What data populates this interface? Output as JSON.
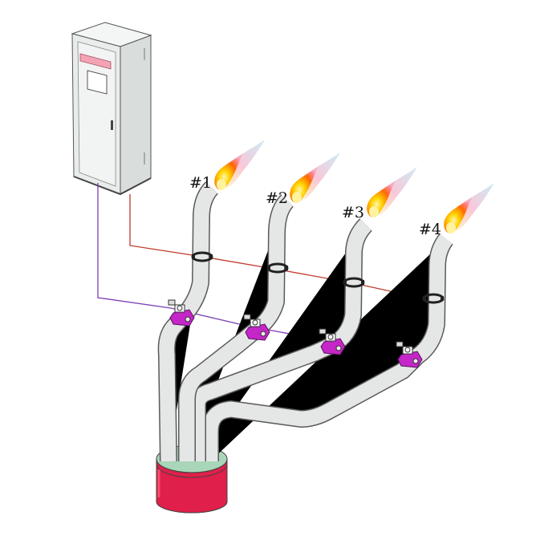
{
  "burners": [
    {
      "label": "#1"
    },
    {
      "label": "#2"
    },
    {
      "label": "#3"
    },
    {
      "label": "#4"
    }
  ],
  "colors": {
    "cabinet": "#e8ecea",
    "cabinet_panel": "#f2f4f3",
    "display_strip": "#f4a3b5",
    "signal_wire_red": "#c0392b",
    "signal_wire_purple": "#7b3fb5",
    "valve_magenta": "#c526c7",
    "pipe": "#e4e7e5",
    "tank_red": "#e01f4a",
    "tank_top": "#a9d6b8",
    "flame_yellow": "#ffd400",
    "flame_orange": "#ff6a00",
    "flame_tip": "#9fd7e6"
  },
  "icons": {
    "cabinet": "control-cabinet-icon",
    "tank": "gas-tank-icon",
    "flame": "flame-icon",
    "valve": "valve-icon",
    "clamp": "sensor-clamp-icon"
  }
}
